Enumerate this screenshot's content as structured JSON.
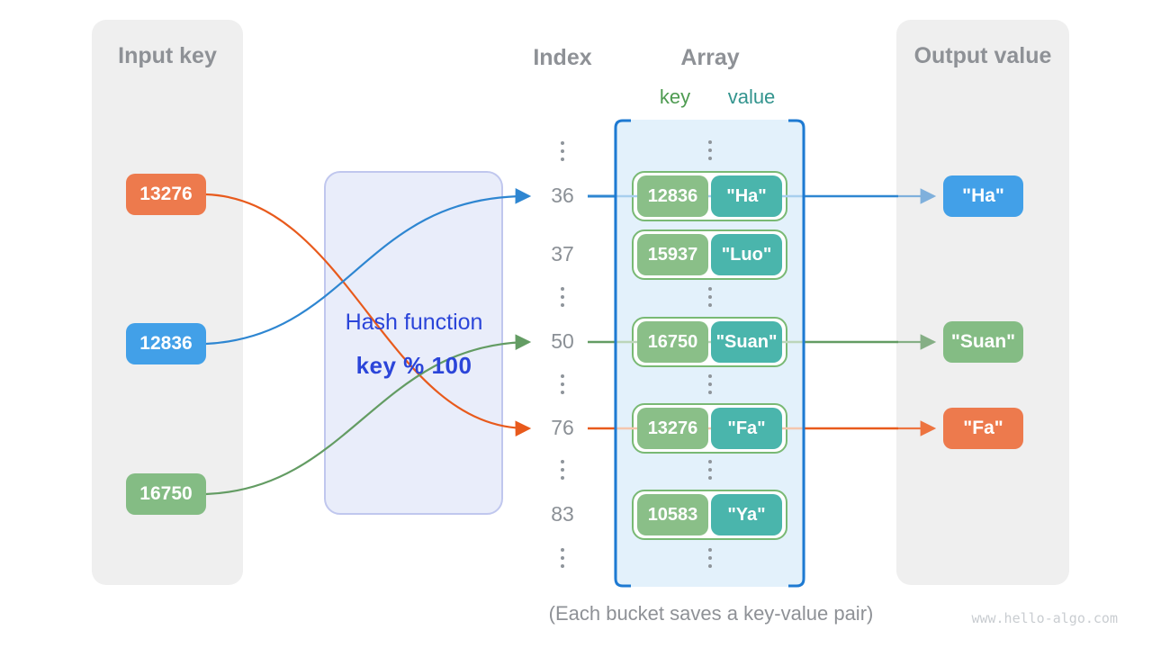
{
  "input_panel": {
    "title": "Input key",
    "keys": [
      "13276",
      "12836",
      "16750"
    ]
  },
  "hash_function": {
    "name": "Hash function",
    "formula": "key % 100"
  },
  "index_column": {
    "title": "Index",
    "indices": [
      "36",
      "37",
      "50",
      "76",
      "83"
    ]
  },
  "array_panel": {
    "title": "Array",
    "key_header": "key",
    "value_header": "value",
    "buckets": [
      {
        "key": "12836",
        "value": "\"Ha\""
      },
      {
        "key": "15937",
        "value": "\"Luo\""
      },
      {
        "key": "16750",
        "value": "\"Suan\""
      },
      {
        "key": "13276",
        "value": "\"Fa\""
      },
      {
        "key": "10583",
        "value": "\"Ya\""
      }
    ]
  },
  "output_panel": {
    "title": "Output value",
    "values": [
      "\"Ha\"",
      "\"Suan\"",
      "\"Fa\""
    ]
  },
  "caption": "(Each bucket saves a key-value pair)",
  "watermark": "www.hello-algo.com",
  "colors": {
    "box_orange": "#ED7A4D",
    "box_blue": "#42A0E8",
    "box_green": "#84BC84",
    "bucket_key_green": "#8ABF88",
    "bucket_value_teal": "#4AB5AC",
    "bucket_border": "#79B974",
    "line_orange": "#E85A1C",
    "line_blue": "#2E86D1",
    "line_green": "#639C63",
    "hash_text_blue": "#2B45D9",
    "array_border_blue": "#1E7AD2",
    "array_fill": "#E3F1FB",
    "hash_box_fill": "#E9EDFA",
    "panel_gray": "#EFEFEF",
    "header_gray": "#8E9196"
  }
}
